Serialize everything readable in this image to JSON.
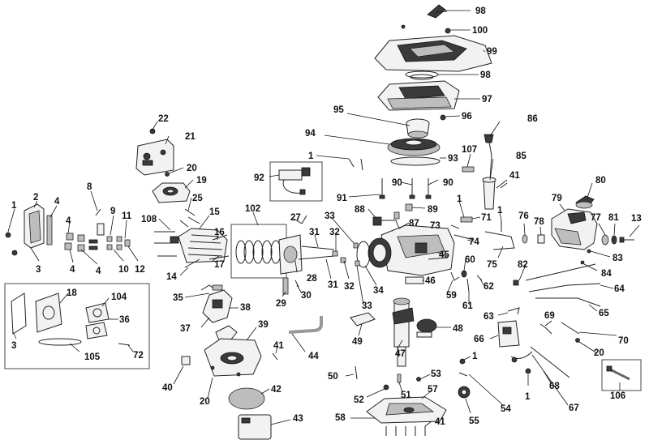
{
  "callouts": [
    {
      "id": "c-98-top",
      "text": "98"
    },
    {
      "id": "c-100",
      "text": "100"
    },
    {
      "id": "c-99",
      "text": "99"
    },
    {
      "id": "c-98-mid",
      "text": "98"
    },
    {
      "id": "c-97",
      "text": "97"
    },
    {
      "id": "c-95",
      "text": "95"
    },
    {
      "id": "c-96",
      "text": "96"
    },
    {
      "id": "c-86",
      "text": "86"
    },
    {
      "id": "c-94",
      "text": "94"
    },
    {
      "id": "c-93",
      "text": "93"
    },
    {
      "id": "c-107",
      "text": "107"
    },
    {
      "id": "c-85",
      "text": "85"
    },
    {
      "id": "c-41-top",
      "text": "41"
    },
    {
      "id": "c-80",
      "text": "80"
    },
    {
      "id": "c-22",
      "text": "22"
    },
    {
      "id": "c-21",
      "text": "21"
    },
    {
      "id": "c-20-top",
      "text": "20"
    },
    {
      "id": "c-19",
      "text": "19"
    },
    {
      "id": "c-25",
      "text": "25"
    },
    {
      "id": "c-1-a",
      "text": "1"
    },
    {
      "id": "c-92",
      "text": "92"
    },
    {
      "id": "c-90-a",
      "text": "90"
    },
    {
      "id": "c-90-b",
      "text": "90"
    },
    {
      "id": "c-91",
      "text": "91"
    },
    {
      "id": "c-89",
      "text": "89"
    },
    {
      "id": "c-88",
      "text": "88"
    },
    {
      "id": "c-87",
      "text": "87"
    },
    {
      "id": "c-1-b",
      "text": "1"
    },
    {
      "id": "c-71",
      "text": "71"
    },
    {
      "id": "c-73",
      "text": "73"
    },
    {
      "id": "c-1-c",
      "text": "1"
    },
    {
      "id": "c-76",
      "text": "76"
    },
    {
      "id": "c-78",
      "text": "78"
    },
    {
      "id": "c-79",
      "text": "79"
    },
    {
      "id": "c-77",
      "text": "77"
    },
    {
      "id": "c-81",
      "text": "81"
    },
    {
      "id": "c-13",
      "text": "13"
    },
    {
      "id": "c-83",
      "text": "83"
    },
    {
      "id": "c-2",
      "text": "2"
    },
    {
      "id": "c-4-a",
      "text": "4"
    },
    {
      "id": "c-8",
      "text": "8"
    },
    {
      "id": "c-1-d",
      "text": "1"
    },
    {
      "id": "c-9",
      "text": "9"
    },
    {
      "id": "c-11",
      "text": "11"
    },
    {
      "id": "c-108",
      "text": "108"
    },
    {
      "id": "c-15",
      "text": "15"
    },
    {
      "id": "c-102",
      "text": "102"
    },
    {
      "id": "c-27",
      "text": "27"
    },
    {
      "id": "c-33-a",
      "text": "33"
    },
    {
      "id": "c-4-b",
      "text": "4"
    },
    {
      "id": "c-16",
      "text": "16"
    },
    {
      "id": "c-31-a",
      "text": "31"
    },
    {
      "id": "c-32-a",
      "text": "32"
    },
    {
      "id": "c-74",
      "text": "74"
    },
    {
      "id": "c-75",
      "text": "75"
    },
    {
      "id": "c-45",
      "text": "45"
    },
    {
      "id": "c-3-a",
      "text": "3"
    },
    {
      "id": "c-4-c",
      "text": "4"
    },
    {
      "id": "c-4-d",
      "text": "4"
    },
    {
      "id": "c-10",
      "text": "10"
    },
    {
      "id": "c-12",
      "text": "12"
    },
    {
      "id": "c-18",
      "text": "18"
    },
    {
      "id": "c-17",
      "text": "17"
    },
    {
      "id": "c-14",
      "text": "14"
    },
    {
      "id": "c-28",
      "text": "28"
    },
    {
      "id": "c-31-b",
      "text": "31"
    },
    {
      "id": "c-32-b",
      "text": "32"
    },
    {
      "id": "c-60",
      "text": "60"
    },
    {
      "id": "c-82",
      "text": "82"
    },
    {
      "id": "c-84",
      "text": "84"
    },
    {
      "id": "c-104",
      "text": "104"
    },
    {
      "id": "c-35",
      "text": "35"
    },
    {
      "id": "c-29",
      "text": "29"
    },
    {
      "id": "c-30",
      "text": "30"
    },
    {
      "id": "c-34",
      "text": "34"
    },
    {
      "id": "c-46",
      "text": "46"
    },
    {
      "id": "c-59",
      "text": "59"
    },
    {
      "id": "c-61",
      "text": "61"
    },
    {
      "id": "c-62",
      "text": "62"
    },
    {
      "id": "c-64",
      "text": "64"
    },
    {
      "id": "c-38",
      "text": "38"
    },
    {
      "id": "c-36",
      "text": "36"
    },
    {
      "id": "c-33-b",
      "text": "33"
    },
    {
      "id": "c-63",
      "text": "63"
    },
    {
      "id": "c-65",
      "text": "65"
    },
    {
      "id": "c-37",
      "text": "37"
    },
    {
      "id": "c-39",
      "text": "39"
    },
    {
      "id": "c-48",
      "text": "48"
    },
    {
      "id": "c-69",
      "text": "69"
    },
    {
      "id": "c-3-b",
      "text": "3"
    },
    {
      "id": "c-72",
      "text": "72"
    },
    {
      "id": "c-49",
      "text": "49"
    },
    {
      "id": "c-66",
      "text": "66"
    },
    {
      "id": "c-70",
      "text": "70"
    },
    {
      "id": "c-105",
      "text": "105"
    },
    {
      "id": "c-41-mid",
      "text": "41"
    },
    {
      "id": "c-44",
      "text": "44"
    },
    {
      "id": "c-47",
      "text": "47"
    },
    {
      "id": "c-1-e",
      "text": "1"
    },
    {
      "id": "c-20-right",
      "text": "20"
    },
    {
      "id": "c-40",
      "text": "40"
    },
    {
      "id": "c-50",
      "text": "50"
    },
    {
      "id": "c-53",
      "text": "53"
    },
    {
      "id": "c-68",
      "text": "68"
    },
    {
      "id": "c-20-bottom",
      "text": "20"
    },
    {
      "id": "c-42",
      "text": "42"
    },
    {
      "id": "c-57",
      "text": "57"
    },
    {
      "id": "c-52",
      "text": "52"
    },
    {
      "id": "c-51",
      "text": "51"
    },
    {
      "id": "c-1-f",
      "text": "1"
    },
    {
      "id": "c-54",
      "text": "54"
    },
    {
      "id": "c-67",
      "text": "67"
    },
    {
      "id": "c-106",
      "text": "106"
    },
    {
      "id": "c-43",
      "text": "43"
    },
    {
      "id": "c-58",
      "text": "58"
    },
    {
      "id": "c-41-bottom",
      "text": "41"
    },
    {
      "id": "c-55",
      "text": "55"
    }
  ]
}
